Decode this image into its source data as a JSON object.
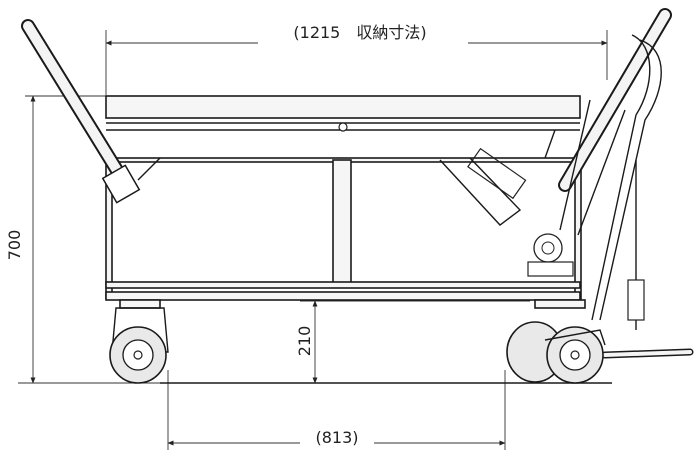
{
  "drawing": {
    "dimensions": {
      "top_width": "(1215　収納寸法)",
      "height": "700",
      "deck_height": "210",
      "wheel_base": "(813)"
    }
  }
}
